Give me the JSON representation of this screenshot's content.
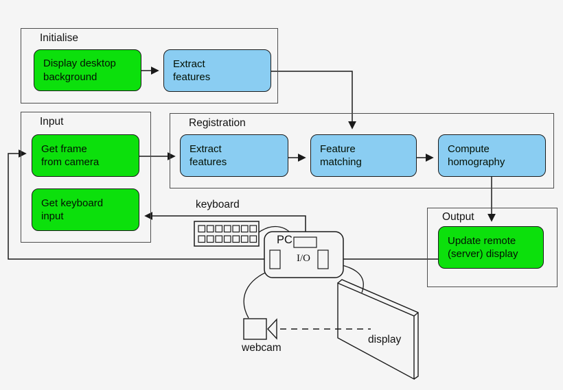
{
  "groups": {
    "initialise": {
      "label": "Initialise"
    },
    "input": {
      "label": "Input"
    },
    "registration": {
      "label": "Registration"
    },
    "output": {
      "label": "Output"
    }
  },
  "nodes": {
    "display_desktop_background": {
      "label": "Display desktop\nbackground",
      "color": "green"
    },
    "extract_features_init": {
      "label": "Extract\nfeatures",
      "color": "blue"
    },
    "get_frame_from_camera": {
      "label": "Get frame\nfrom camera",
      "color": "green"
    },
    "get_keyboard_input": {
      "label": "Get keyboard\ninput",
      "color": "green"
    },
    "extract_features_reg": {
      "label": "Extract\nfeatures",
      "color": "blue"
    },
    "feature_matching": {
      "label": "Feature\nmatching",
      "color": "blue"
    },
    "compute_homography": {
      "label": "Compute\nhomography",
      "color": "blue"
    },
    "update_remote_display": {
      "label": "Update remote\n(server) display",
      "color": "green"
    }
  },
  "hardware": {
    "keyboard_label": "keyboard",
    "pc_label": "PC",
    "io_label": "I/O",
    "webcam_label": "webcam",
    "display_label": "display"
  },
  "edges": [
    {
      "from": "display_desktop_background",
      "to": "extract_features_init"
    },
    {
      "from": "extract_features_init",
      "to": "feature_matching"
    },
    {
      "from": "get_frame_from_camera",
      "to": "extract_features_reg"
    },
    {
      "from": "extract_features_reg",
      "to": "feature_matching"
    },
    {
      "from": "feature_matching",
      "to": "compute_homography"
    },
    {
      "from": "compute_homography",
      "to": "update_remote_display"
    },
    {
      "from": "pc_io",
      "to": "get_frame_from_camera"
    },
    {
      "from": "keyboard",
      "to": "pc_io"
    },
    {
      "from": "pc_io",
      "to": "get_keyboard_input"
    },
    {
      "from": "pc_io",
      "to": "update_remote_display"
    },
    {
      "from": "webcam",
      "to": "pc_io"
    },
    {
      "from": "display",
      "to": "pc_io"
    }
  ],
  "colors": {
    "process_green": "#0ce00c",
    "process_blue": "#8acdf2",
    "line": "#1a1a1a",
    "container_border": "#4d4d4d",
    "background": "#f5f5f5"
  }
}
